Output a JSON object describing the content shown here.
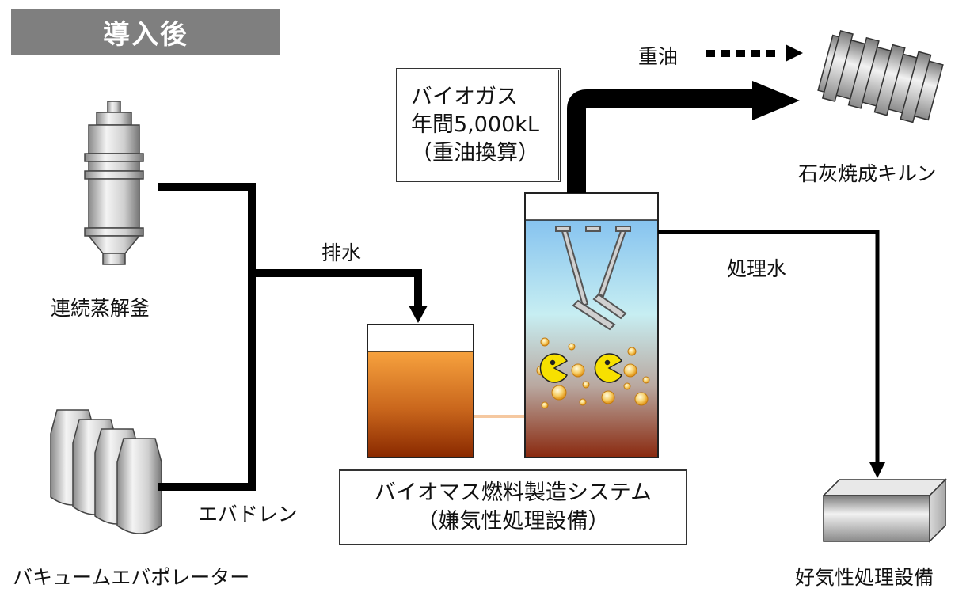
{
  "header": {
    "title": "導入後"
  },
  "labels": {
    "continuous_cooker": "連続蒸解釜",
    "vacuum_evaporator": "バキュームエバポレーター",
    "evaporator_drain": "エバドレン",
    "wastewater": "排水",
    "heavy_oil": "重油",
    "lime_kiln": "石灰焼成キルン",
    "treated_water": "処理水",
    "aerobic_facility": "好気性処理設備"
  },
  "biogas_box": {
    "line1": "バイオガス",
    "line2": "年間5,000kL",
    "line3": "（重油換算）"
  },
  "system_box": {
    "line1": "バイオマス燃料製造システム",
    "line2": "（嫌気性処理設備）"
  },
  "colors": {
    "title_bg": "#7f7f7f",
    "pipe": "#000000",
    "tank_top": "#f5a040",
    "tank_bottom": "#8a2a00",
    "reactor_top": "#8cc8f0",
    "reactor_bottom": "#8a2a10",
    "microbe": "#f5e000",
    "feed_line": "#f5c8a0"
  },
  "icons": [
    "cooker-icon",
    "evaporator-icon",
    "kiln-icon",
    "aerobic-tank-icon",
    "microbe-icon",
    "bubble-icon"
  ]
}
